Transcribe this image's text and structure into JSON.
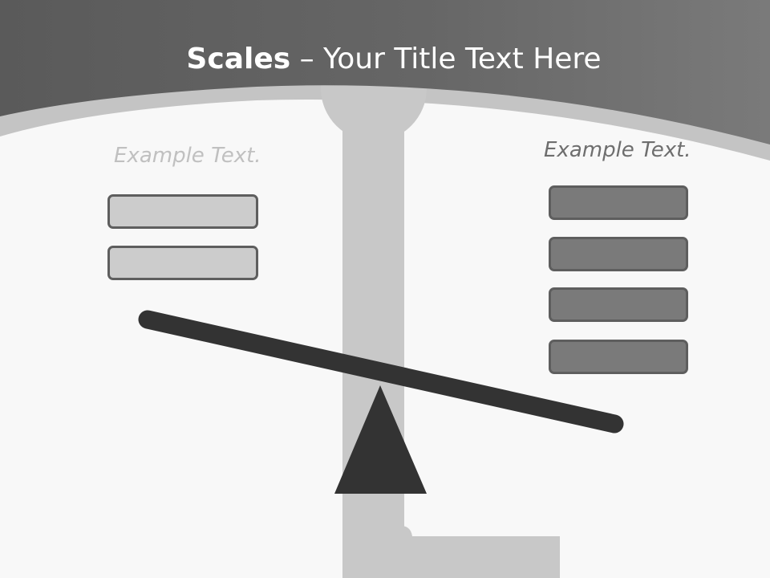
{
  "title": {
    "bold": "Scales",
    "rest": " – Your Title Text Here"
  },
  "left_panel": {
    "label": "Example Text.",
    "box_count": 2,
    "box_fill": "#cccccc"
  },
  "right_panel": {
    "label": "Example Text.",
    "box_count": 4,
    "box_fill": "#7a7a7a"
  },
  "colors": {
    "header": "#636363",
    "header_band": "#c4c4c4",
    "background": "#f8f8f8",
    "stand": "#c8c8c8",
    "beam": "#333333",
    "box_border": "#5e5e5e"
  },
  "icons": {
    "stand": "scale-stand-shape",
    "beam": "tilted-beam",
    "fulcrum": "triangle-fulcrum"
  }
}
